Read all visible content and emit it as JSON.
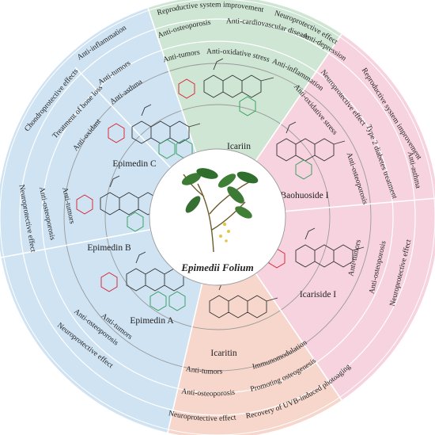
{
  "center": {
    "title": "Epimedii Folium"
  },
  "colors": {
    "icariin": "#cfe6d4",
    "baohuoside": "#f7d3e0",
    "icaritin": "#f7d7cc",
    "epimedin": "#cfe3f3",
    "oxygen_red": "#d81b2a",
    "sugar_green": "#2e9b58"
  },
  "compounds": {
    "icariin": "Icariin",
    "baohuoside_i": "Baohuoside I",
    "icariside_i": "Icariside I",
    "icaritin": "Icaritin",
    "epimedin_a": "Epimedin A",
    "epimedin_b": "Epimedin B",
    "epimedin_c": "Epimedin C"
  },
  "icariin_effects": {
    "outer": [
      "Reproductive system improvement",
      "Neuroprotective effect"
    ],
    "middle": [
      "Anti-osteoporosis",
      "Anti-cardiovascular disease",
      "Anti-depression"
    ],
    "inner": [
      "Anti-tumors",
      "Anti-oxidative stress",
      "Anti-inflammation"
    ]
  },
  "baohuoside_effects": {
    "outer": [
      "Reproductive system improvement",
      "Anti-asthma"
    ],
    "middle": [
      "Neuroprotective effect",
      "Type 2 diabetes treatment"
    ],
    "inner": [
      "Anti-oxidative stress",
      "Anti-osteoporosis"
    ]
  },
  "icariside_effects": {
    "outer": [
      "Neuroprotective effect"
    ],
    "middle": [
      "Anti-osteoporosis"
    ],
    "inner": [
      "Anti-tumors"
    ]
  },
  "icaritin_effects": {
    "inner": [
      "Anti-tumors",
      "Immunomodulation"
    ],
    "middle": [
      "Anti-osteoporosis",
      "Promoting osteogenesis"
    ],
    "outer": [
      "Neuroprotective effect",
      "Recovery of UVB-induced photoaging"
    ]
  },
  "epimedin_a_effects": {
    "inner": [
      "Anti-tumors"
    ],
    "middle": [
      "Anti-osteoporosis"
    ],
    "outer": [
      "Neuroprotective effect"
    ]
  },
  "epimedin_b_effects": {
    "inner": [
      "Anti-tumors"
    ],
    "middle": [
      "Anti-osteoporosis"
    ],
    "outer": [
      "Neuroprotective effect"
    ]
  },
  "epimedin_c_effects": {
    "inner": [
      "Anti-oxidant",
      "Anti-asthma"
    ],
    "middle": [
      "Treatment of bone loss",
      "Anti-tumors"
    ],
    "outer": [
      "Chondroprotective effects",
      "Anti-inflammation"
    ]
  }
}
